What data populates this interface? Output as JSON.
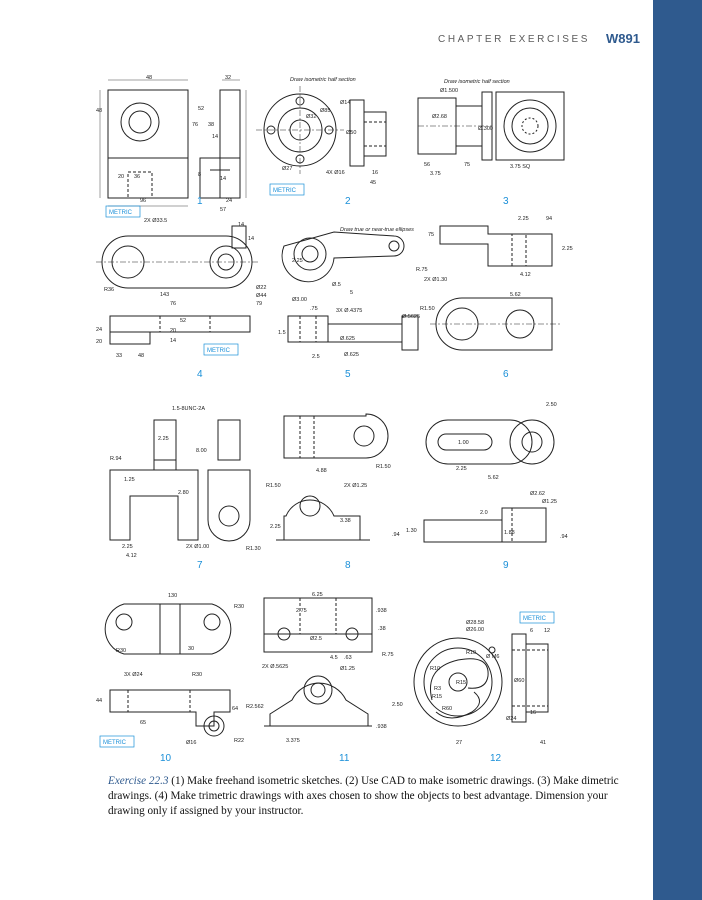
{
  "header": {
    "label": "CHAPTER EXERCISES",
    "page_number": "W891"
  },
  "figure_numbers": [
    "1",
    "2",
    "3",
    "4",
    "5",
    "6",
    "7",
    "8",
    "9",
    "10",
    "11",
    "12"
  ],
  "metric_tag": "METRIC",
  "notes": {
    "half_section_2": "Draw isometric half section",
    "half_section_3": "Draw isometric half section",
    "ellipses_5": "Draw true or near-true ellipses"
  },
  "dims": {
    "d1": [
      "48",
      "32",
      "96",
      "57",
      "24",
      "76",
      "52",
      "38",
      "14",
      "48",
      "20",
      "36",
      "14",
      "8"
    ],
    "d2": [
      "Ø14",
      "Ø32",
      "Ø50",
      "Ø27",
      "4X Ø16",
      "Ø85",
      "45",
      "16"
    ],
    "d3": [
      "Ø1.500",
      "Ø2.68",
      "Ø.300",
      "3.75 SQ",
      "56",
      "75",
      "3.75"
    ],
    "d4": [
      "2X Ø33.5",
      "Ø22",
      "Ø44",
      "R36",
      "143",
      "76",
      "79",
      "14",
      "14",
      "52",
      "20",
      "24",
      "20",
      "14",
      "33",
      "48"
    ],
    "d5": [
      "2.25",
      "R.75",
      "Ø.5",
      "5",
      "Ø3.00",
      "3X Ø.4375",
      "Ø.625",
      "Ø.625",
      "Ø.5625",
      "1.5",
      "2.5",
      ".75"
    ],
    "d6": [
      "2.25",
      "94",
      "2.25",
      "75",
      "4.12",
      "2X Ø1.30",
      "R1.50",
      "5.62"
    ],
    "d7": [
      "1.5-8UNC-2A",
      "2.25",
      "8.00",
      "R.94",
      "1.25",
      "2.80",
      "2X Ø1.00",
      "R1.30",
      "2.25",
      "4.12"
    ],
    "d8": [
      "R1.50",
      "2X Ø1.25",
      "4.88",
      "R1.50",
      "3.38",
      "2.25",
      ".94",
      "1.30"
    ],
    "d9": [
      "2.50",
      "1.00",
      "2.25",
      "5.62",
      "Ø2.62",
      "Ø1.25",
      "2.0",
      "1.88",
      ".94"
    ],
    "d10": [
      "130",
      "R30",
      "R30",
      "3X Ø24",
      "30",
      "R30",
      "64",
      "65",
      "Ø16",
      "R22",
      "44"
    ],
    "d11": [
      "6.25",
      "2.75",
      ".938",
      "Ø2.5",
      ".38",
      "R.75",
      "2X Ø.5625",
      "4.5",
      ".63",
      "Ø1.25",
      "R2.562",
      ".938",
      "2.50",
      "3.375"
    ],
    "d12": [
      "Ø28.58",
      "Ø26.00",
      "Ø M6",
      "R10",
      "R10",
      "R15",
      "R60",
      "R15",
      "R3",
      "Ø24",
      "Ø60",
      "6",
      "12",
      "16",
      "41",
      "27"
    ]
  },
  "caption": {
    "exercise": "Exercise 22.3",
    "text": " (1) Make freehand isometric sketches. (2) Use CAD to make isometric drawings. (3) Make dimetric drawings. (4) Make trimetric drawings with axes chosen to show the objects to best advantage. Dimension your drawing only if assigned by your instructor."
  },
  "colors": {
    "side_band": "#2f5a8e",
    "accent": "#1a8fd8"
  }
}
